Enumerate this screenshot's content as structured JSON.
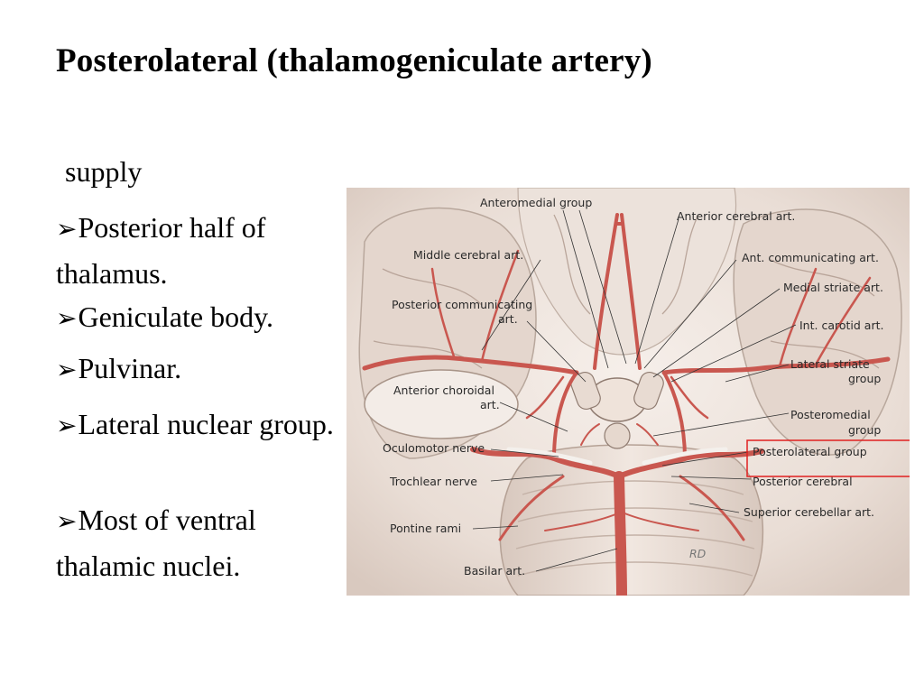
{
  "slide": {
    "title": "Posterolateral (thalamogeniculate artery)",
    "intro": "supply",
    "bullet_glyph": "arrow-bullet-icon",
    "bullets": [
      "Posterior half of thalamus.",
      "Geniculate body.",
      "Pulvinar.",
      "Lateral nuclear group.",
      "Most of ventral thalamic nuclei."
    ]
  },
  "figure": {
    "labels": {
      "anteromedial": "Anteromedial group",
      "anterior_cerebral": "Anterior cerebral art.",
      "middle_cerebral": "Middle cerebral art.",
      "ant_communicating": "Ant. communicating art.",
      "medial_striate": "Medial striate art.",
      "posterior_communicating_1": "Posterior communicating",
      "posterior_communicating_2": "art.",
      "int_carotid": "Int. carotid art.",
      "lateral_striate_1": "Lateral striate",
      "lateral_striate_2": "group",
      "anterior_choroidal_1": "Anterior choroidal",
      "anterior_choroidal_2": "art.",
      "posteromedial_1": "Posteromedial",
      "posteromedial_2": "group",
      "oculomotor": "Oculomotor nerve",
      "posterolateral": "Posterolateral group",
      "trochlear": "Trochlear nerve",
      "posterior_cerebral": "Posterior cerebral",
      "superior_cerebellar": "Superior cerebellar art.",
      "pontine": "Pontine rami",
      "basilar": "Basilar art.",
      "signature": "RD"
    },
    "highlight_color": "#e02020",
    "artery_color": "#c9574f",
    "tissue_color": "#efe6df"
  }
}
